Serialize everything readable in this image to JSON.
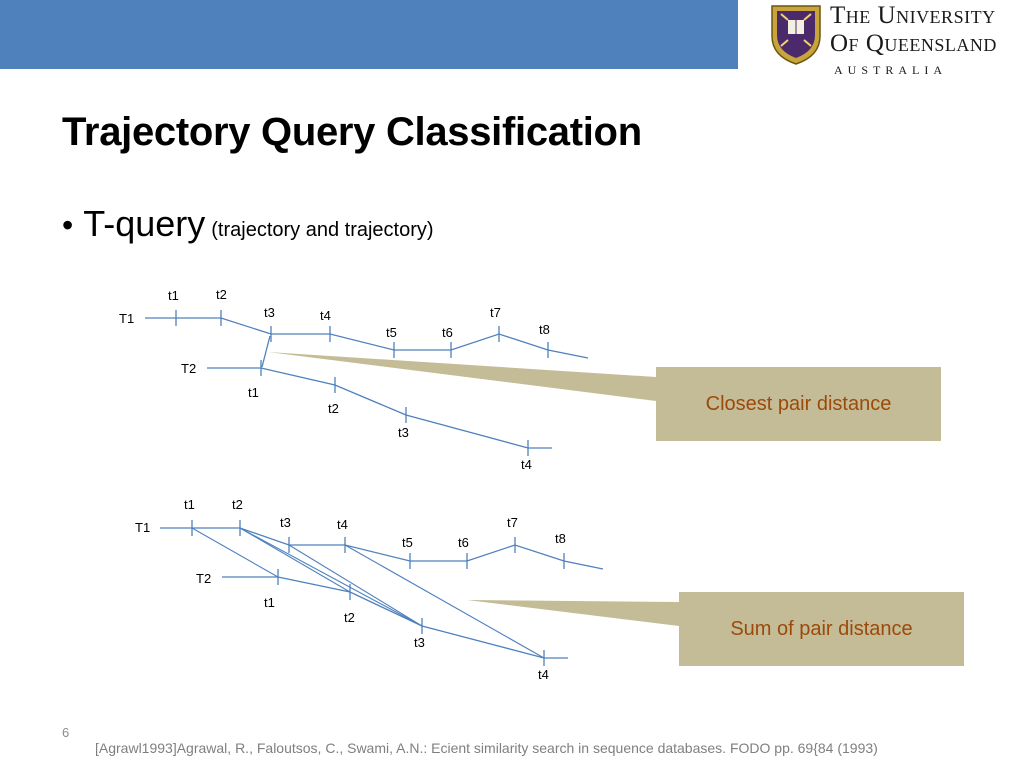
{
  "header": {
    "accent_color": "#4f81bd",
    "logo": {
      "line1": "The University",
      "line2": "Of Queensland",
      "line3": "AUSTRALIA",
      "icon": "crest-icon"
    }
  },
  "slide": {
    "title": "Trajectory Query Classification",
    "bullet": {
      "main": "T-query",
      "sub": "(trajectory and trajectory)"
    },
    "diagram1": {
      "T1_label": "T1",
      "T2_label": "T2",
      "T1_ticks": [
        "t1",
        "t2",
        "t3",
        "t4",
        "t5",
        "t6",
        "t7",
        "t8"
      ],
      "T2_ticks": [
        "t1",
        "t2",
        "t3",
        "t4"
      ],
      "callout": "Closest pair distance"
    },
    "diagram2": {
      "T1_label": "T1",
      "T2_label": "T2",
      "T1_ticks": [
        "t1",
        "t2",
        "t3",
        "t4",
        "t5",
        "t6",
        "t7",
        "t8"
      ],
      "T2_ticks": [
        "t1",
        "t2",
        "t3",
        "t4"
      ],
      "callout": "Sum of pair distance"
    },
    "callout_color": "#c4bc96",
    "callout_text_color": "#9c4a0b",
    "line_color": "#4f81bd",
    "page_number": "6",
    "footer": "[Agrawl1993]Agrawal, R., Faloutsos, C., Swami, A.N.: Ecient similarity search in sequence databases. FODO pp. 69{84 (1993)"
  }
}
